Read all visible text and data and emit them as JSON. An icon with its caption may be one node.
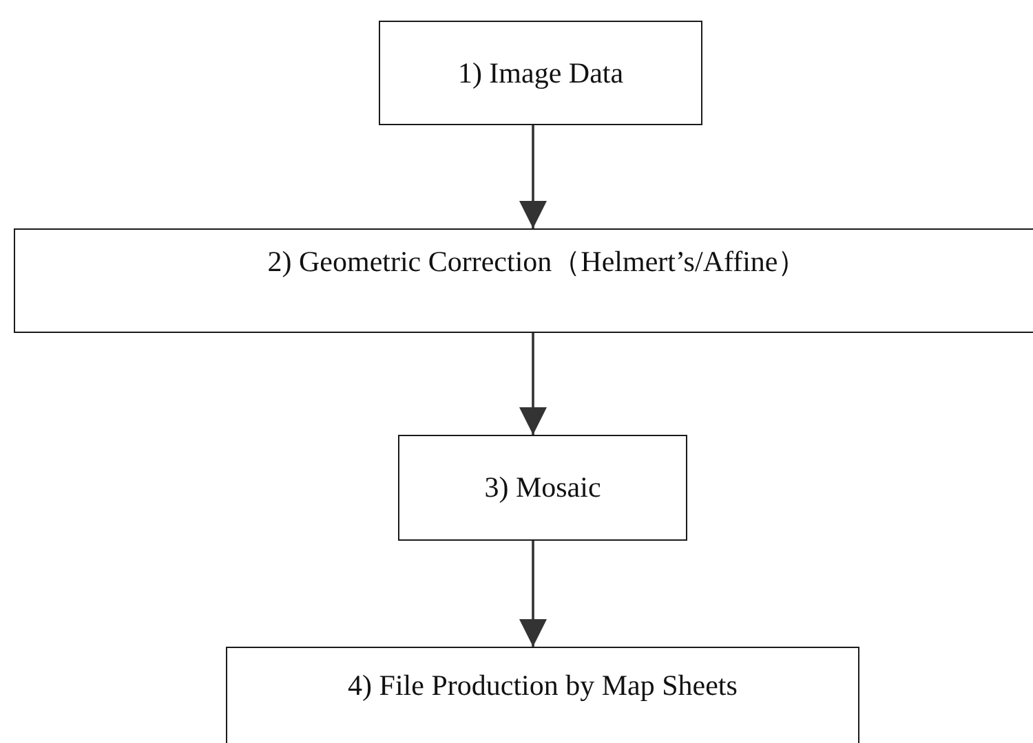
{
  "diagram": {
    "nodes": [
      {
        "text": [
          "1) Image Data"
        ]
      },
      {
        "text": [
          "2) Geometric Correction（Helmert’s/Affine）"
        ]
      },
      {
        "text": [
          "3) Mosaic"
        ]
      },
      {
        "text": [
          "4) File Production by Map Sheets"
        ]
      }
    ],
    "edges": [
      {
        "from": 0,
        "to": 1,
        "arrow": "to"
      },
      {
        "from": 1,
        "to": 2,
        "arrow": "to"
      },
      {
        "from": 2,
        "to": 3,
        "arrow": "to"
      }
    ]
  }
}
